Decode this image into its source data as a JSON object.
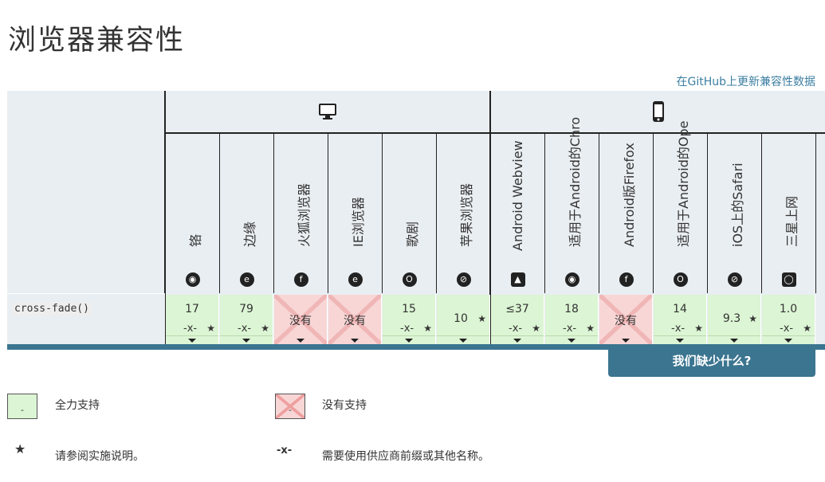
{
  "page": {
    "title": "浏览器兼容性",
    "update_link": "在GitHub上更新兼容性数据"
  },
  "groups": {
    "desktop_icon": "desktop-icon",
    "mobile_icon": "mobile-icon"
  },
  "browsers": [
    {
      "name": "铬",
      "icon": "chrome-icon"
    },
    {
      "name": "边缘",
      "icon": "edge-icon"
    },
    {
      "name": "火狐浏览器",
      "icon": "firefox-icon"
    },
    {
      "name": "IE浏览器",
      "icon": "ie-icon"
    },
    {
      "name": "歌剧",
      "icon": "opera-icon"
    },
    {
      "name": "苹果浏览器",
      "icon": "safari-icon"
    },
    {
      "name": "Android Webview",
      "icon": "android-icon"
    },
    {
      "name": "适用于Android的Chro",
      "icon": "chrome-icon"
    },
    {
      "name": "Android版Firefox",
      "icon": "firefox-icon"
    },
    {
      "name": "适用于Android的Ope",
      "icon": "opera-icon"
    },
    {
      "name": "iOS上的Safari",
      "icon": "safari-icon"
    },
    {
      "name": "三星上网",
      "icon": "samsung-icon"
    }
  ],
  "feature": {
    "name": "cross-fade()"
  },
  "support": [
    {
      "text": "17",
      "prefix": "-x-",
      "note": "★"
    },
    {
      "text": "79",
      "prefix": "-x-",
      "note": "★"
    },
    {
      "text": "没有"
    },
    {
      "text": "没有"
    },
    {
      "text": "15",
      "prefix": "-x-",
      "note": "★"
    },
    {
      "text": "10",
      "note": "★"
    },
    {
      "text": "≤37",
      "prefix": "-x-",
      "note": "★"
    },
    {
      "text": "18",
      "prefix": "-x-",
      "note": "★"
    },
    {
      "text": "没有"
    },
    {
      "text": "14",
      "prefix": "-x-",
      "note": "★"
    },
    {
      "text": "9.3",
      "note": "★"
    },
    {
      "text": "1.0",
      "prefix": "-x-",
      "note": "★"
    }
  ],
  "missing_button": "我们缺少什么?",
  "legend": {
    "full_support": "全力支持",
    "no_support": "没有支持",
    "notes": "请参阅实施说明。",
    "prefix": "需要使用供应商前缀或其他名称。",
    "star_symbol": "★",
    "prefix_symbol": "-x-",
    "box_mark": "-"
  },
  "colors": {
    "yes": "#dcf5d4",
    "no": "#f8d6d6",
    "accent": "#3b7590",
    "link": "#3b7ea1"
  }
}
